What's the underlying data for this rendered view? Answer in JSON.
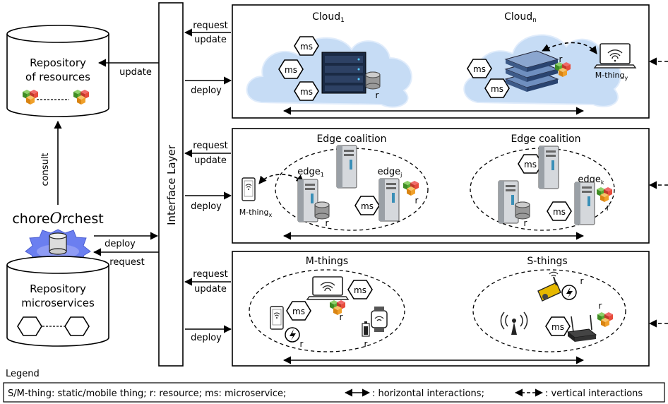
{
  "left": {
    "repo_resources": "Repository\nof resources",
    "consult": "consult",
    "chore_prefix": "chore",
    "chore_o": "O",
    "chore_suffix": "rchest",
    "repo_micro": "Repository\nmicroservices",
    "update": "update",
    "deploy": "deploy",
    "request": "request"
  },
  "interface_layer": "Interface Layer",
  "arrows": {
    "request": "request",
    "update": "update",
    "deploy": "deploy"
  },
  "cloud": {
    "cloud1_base": "Cloud",
    "cloud1_sub": "1",
    "cloudn_base": "Cloud",
    "cloudn_sub": "n",
    "ms": "ms",
    "r": "r",
    "mthing_base": "M-thing",
    "mthing_sub": "y"
  },
  "edge": {
    "coalition1": "Edge coalition",
    "coalition2": "Edge coalition",
    "edge1_base": "edge",
    "edge1_sub": "1",
    "edgej_base": "edge",
    "edgej_sub": "j",
    "edgek_base": "edge",
    "edgek_sub": "k",
    "mthing_base": "M-thing",
    "mthing_sub": "x",
    "ms": "ms",
    "r": "r"
  },
  "things": {
    "mthings": "M-things",
    "sthings": "S-things",
    "ms": "ms",
    "r": "r"
  },
  "legend": {
    "title": "Legend",
    "part1": "S/M-thing: static/mobile thing; r: resource; ms: microservice;",
    "part2": ": horizontal interactions;",
    "part3": ": vertical interactions"
  },
  "colors": {
    "cloud": "#c6dcf5",
    "cube_red": "#d9232a",
    "cube_green": "#5aa832",
    "cube_orange": "#f0a02a",
    "gear": "#6b7ff0"
  }
}
